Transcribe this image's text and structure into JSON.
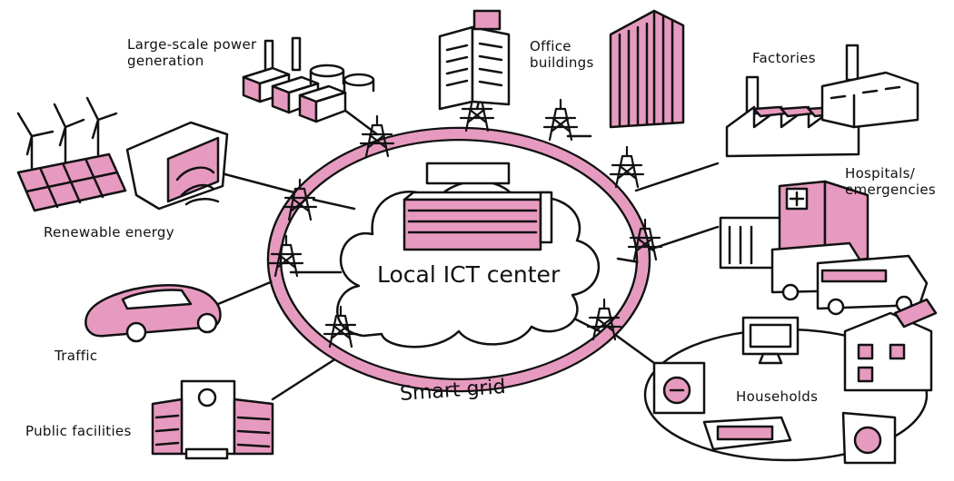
{
  "diagram": {
    "center": "Local ICT center",
    "ring": "Smart grid",
    "nodes": {
      "power": "Large-scale power generation",
      "renewable": "Renewable energy",
      "office": "Office buildings",
      "factories": "Factories",
      "hospitals": "Hospitals/ emergencies",
      "traffic": "Traffic",
      "public": "Public facilities",
      "households": "Households"
    },
    "colors": {
      "accent": "#e79ac0",
      "ink": "#111111",
      "paper": "#ffffff"
    }
  }
}
